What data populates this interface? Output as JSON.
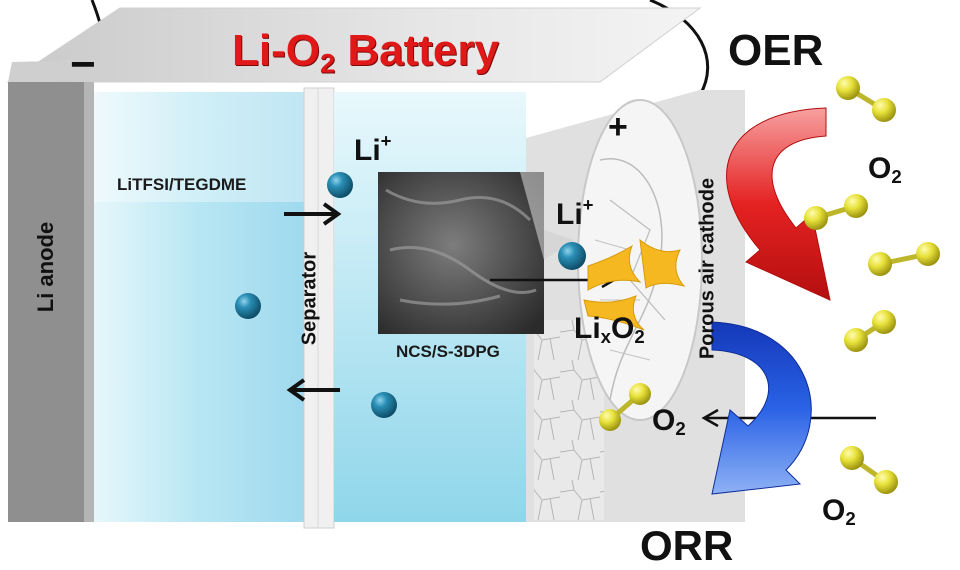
{
  "title": {
    "main": "Li-O",
    "sub": "2",
    "tail": " Battery"
  },
  "terminals": {
    "negative": "−",
    "positive": "+"
  },
  "reactions": {
    "oer": "OER",
    "orr": "ORR"
  },
  "labels": {
    "anode": "Li anode",
    "electrolyte": "LiTFSI/TEGDME",
    "separator": "Separator",
    "material": "NCS/S-3DPG",
    "cathode": "Porous air cathode"
  },
  "species": {
    "li_ion": {
      "main": "Li",
      "sup": "+"
    },
    "product": {
      "main": "Li",
      "sub": "x",
      "main2": "O",
      "sub2": "2"
    },
    "oxygen": {
      "main": "O",
      "sub": "2"
    }
  },
  "colors": {
    "title": "#e01818",
    "li_ion": "#1f7fa3",
    "oxygen_molecule": "#e6e23a",
    "oer_arrow": "#e52222",
    "orr_arrow": "#1d4fd8",
    "electrolyte": "#bfeaf5",
    "product": "#f5b820"
  },
  "icons": [
    "li-ion-sphere",
    "oxygen-molecule",
    "charge-arrow",
    "discharge-arrow",
    "sem-micrograph"
  ]
}
